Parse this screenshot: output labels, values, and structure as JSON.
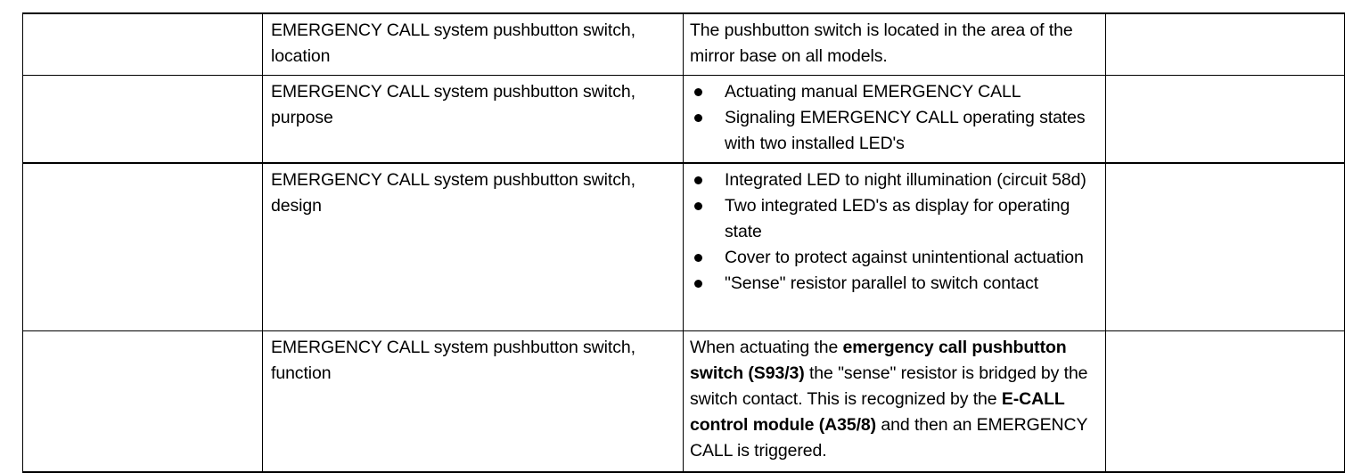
{
  "document": {
    "title": "EMERGENCY CALL system pushbutton switch specification table",
    "text_color": "#000000",
    "background_color": "#ffffff",
    "border_color": "#000000"
  },
  "table": {
    "columns": 4,
    "rows": [
      {
        "id": "location",
        "col1": "",
        "col2": "EMERGENCY CALL system pushbutton switch, location",
        "col3_type": "paragraph",
        "col3_paragraph": "The pushbutton switch is located in the area of the mirror base on all models.",
        "col4": ""
      },
      {
        "id": "purpose",
        "col1": "",
        "col2": "EMERGENCY CALL system pushbutton switch, purpose",
        "col3_type": "bullets",
        "col3_bullets": [
          "Actuating manual EMERGENCY CALL",
          "Signaling EMERGENCY CALL operating states with two installed LED's"
        ],
        "col4": ""
      },
      {
        "id": "design",
        "col1": "",
        "col2": "EMERGENCY CALL system pushbutton switch, design",
        "col3_type": "bullets",
        "col3_bullets": [
          "Integrated LED to night illumination (circuit 58d)",
          "Two integrated LED's as display for operating state",
          "Cover to protect against unintentional actuation",
          "\"Sense\" resistor parallel to switch contact"
        ],
        "col4": ""
      },
      {
        "id": "function",
        "col1": "",
        "col2": "EMERGENCY CALL system pushbutton switch, function",
        "col3_type": "rich_paragraph",
        "col3_runs": [
          {
            "text": "When actuating the ",
            "bold": false
          },
          {
            "text": "emergency call pushbutton switch (S93/3)",
            "bold": true
          },
          {
            "text": " the \"sense\" resistor is bridged by the switch contact. This is recognized by the ",
            "bold": false
          },
          {
            "text": "E-CALL control module (A35/8)",
            "bold": true
          },
          {
            "text": " and then an EMERGENCY CALL is triggered.",
            "bold": false
          }
        ],
        "col4": ""
      }
    ]
  }
}
